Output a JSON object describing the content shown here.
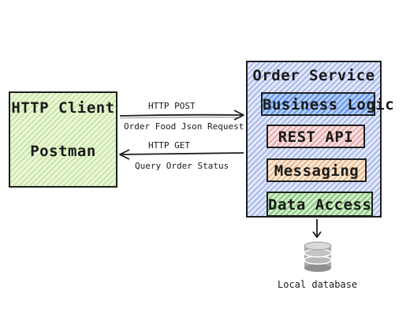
{
  "client": {
    "title": "HTTP Client",
    "tool": "Postman"
  },
  "service": {
    "title": "Order Service",
    "layers": [
      "Business Logic",
      "REST API",
      "Messaging",
      "Data Access"
    ]
  },
  "arrows": {
    "post_method": "HTTP POST",
    "post_label": "Order Food Json Request",
    "get_method": "HTTP GET",
    "get_label": "Query Order Status"
  },
  "database": {
    "label": "Local database"
  },
  "colors": {
    "client_fill": "#c9e6a3",
    "service_fill": "#a9b9ea",
    "business_logic_fill": "#5f92e6",
    "rest_api_fill": "#e7a7a7",
    "messaging_fill": "#e9b98d",
    "data_access_fill": "#86c77c",
    "database_fill": "#b5b5b5"
  }
}
